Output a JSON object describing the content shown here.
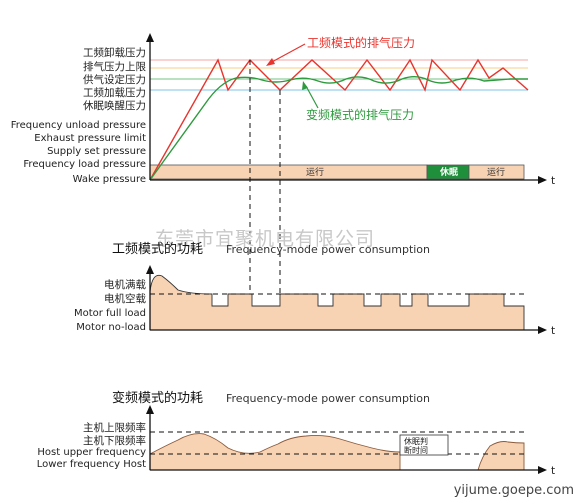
{
  "chart1": {
    "labels": {
      "unload_cn": "工频卸载压力",
      "limit_cn": "排气压力上限",
      "supply_cn": "供气设定压力",
      "load_cn": "工频加载压力",
      "wake_cn": "休眠唤醒压力",
      "unload_en": "Frequency unload pressure",
      "limit_en": "Exhaust pressure limit",
      "supply_en": "Supply set pressure",
      "load_en": "Frequency load pressure",
      "wake_en": "Wake pressure"
    },
    "annotation_red": "工频模式的排气压力",
    "annotation_green": "变频模式的排气压力",
    "bar": {
      "run1": "运行",
      "sleep": "休眠",
      "run2": "运行"
    },
    "axis_t": "t",
    "colors": {
      "red": "#e8342e",
      "green": "#2e9a3e",
      "sleep_bar": "#1f8f3c",
      "bar": "#f7d2b3"
    }
  },
  "chart2": {
    "title_cn": "工频模式的功耗",
    "title_en": "Frequency-mode power consumption",
    "label_full_cn": "电机满载",
    "label_noload_cn": "电机空载",
    "label_full_en": "Motor full load",
    "label_noload_en": "Motor no-load",
    "axis_t": "t"
  },
  "chart3": {
    "title_cn": "变频模式的功耗",
    "title_en": "Frequency-mode power consumption",
    "label_upper_cn": "主机上限频率",
    "label_lower_cn": "主机下限频率",
    "label_upper_en": "Host upper frequency",
    "label_lower_en": "Lower frequency Host",
    "note_line1": "休眠判",
    "note_line2": "断时间",
    "axis_t": "t"
  },
  "watermark": "东莞市宜聚机电有限公司",
  "site": "yijume.goepe.com"
}
